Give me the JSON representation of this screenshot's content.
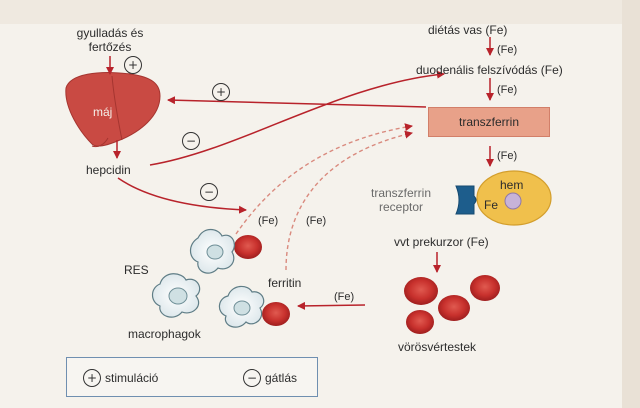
{
  "labels": {
    "infection": "gyulladás és fertőzés",
    "liver": "máj",
    "hepcidin": "hepcidin",
    "dietary_iron": "diétás vas (Fe)",
    "fe1": "(Fe)",
    "duodenal": "duodenális felszívódás (Fe)",
    "fe2": "(Fe)",
    "transferrin": "transzferrin",
    "fe3": "(Fe)",
    "receptor": "transzferrin receptor",
    "hem": "hem",
    "fe_cell": "Fe",
    "res": "RES",
    "fe_res": "(Fe)",
    "fe_dash": "(Fe)",
    "ferritin": "ferritin",
    "macrophages": "macrophagok",
    "precursor": "vvt prekurzor (Fe)",
    "fe_bottom": "(Fe)",
    "rbc": "vörösvértestek"
  },
  "signs": {
    "plus_infection": "+",
    "plus_liver": "+",
    "minus_dietary": "−",
    "minus_hepcidin": "−"
  },
  "legend": {
    "plus_symbol": "+",
    "stimulation": "stimuláció",
    "minus_symbol": "−",
    "inhibition": "gátlás"
  },
  "colors": {
    "arrow": "#b8232b",
    "liver": "#c94a43",
    "rbc": "#c8312d",
    "transferrin_box": "#e8a189",
    "cell": "#f0c04c",
    "receptor": "#1d5d8c",
    "legend_border": "#6f8fb0"
  }
}
